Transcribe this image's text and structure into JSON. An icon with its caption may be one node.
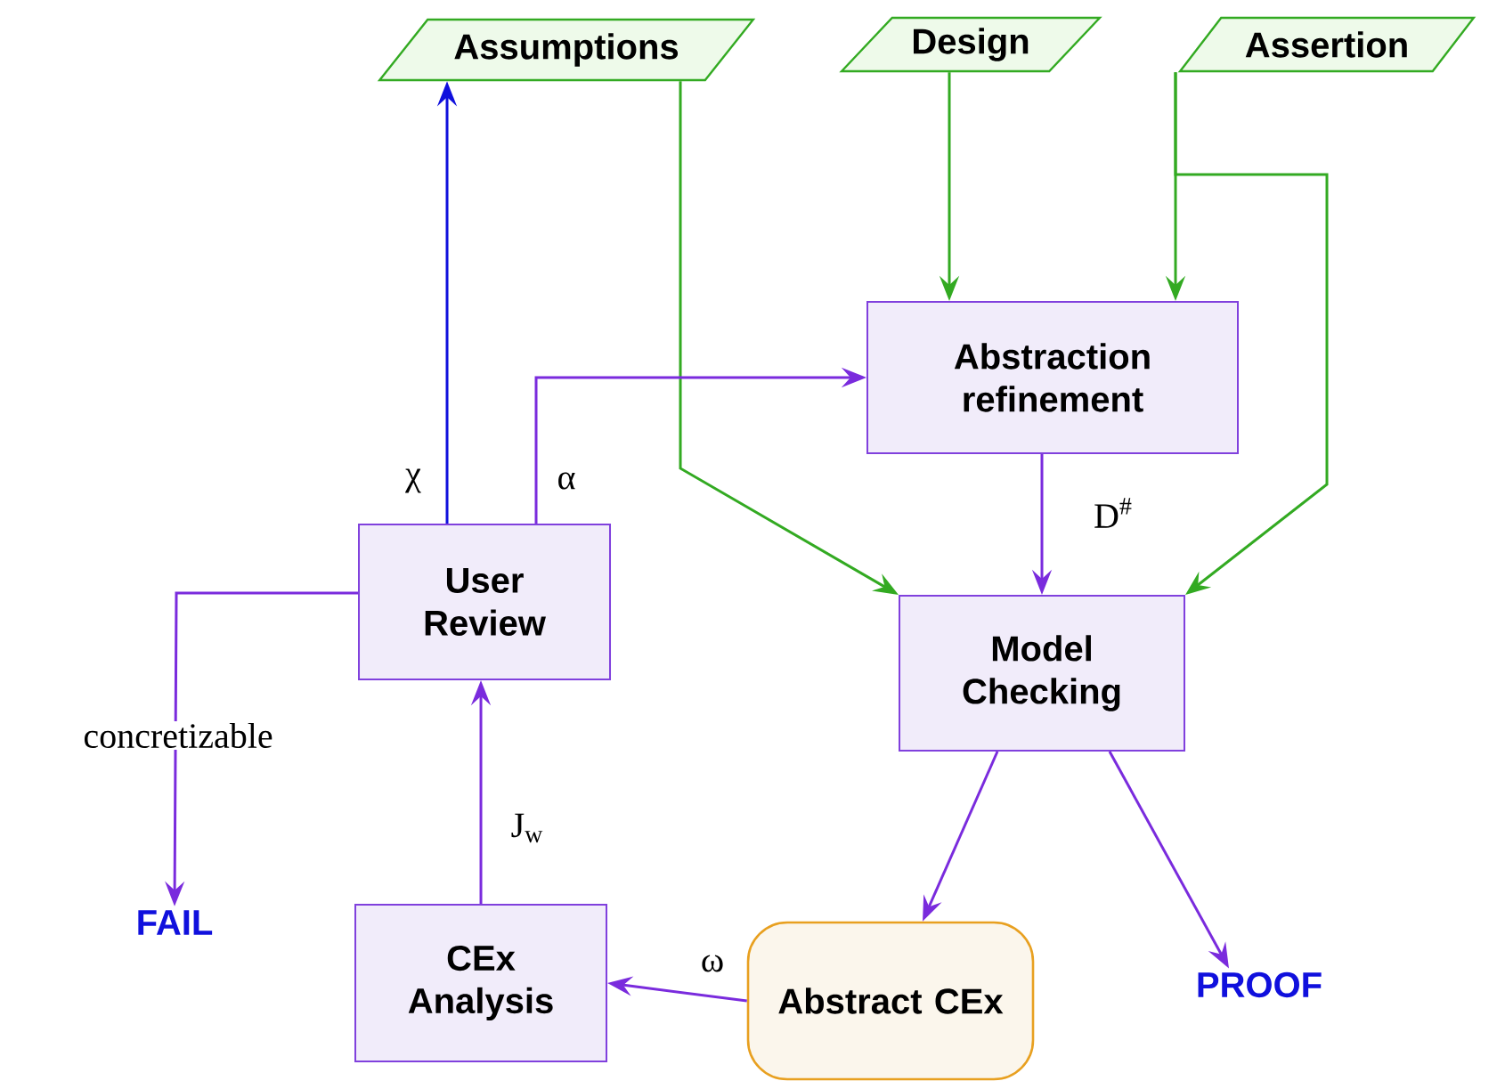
{
  "diagram": {
    "nodes": [
      {
        "text": [
          "Assumptions"
        ]
      },
      {
        "text": [
          "Design"
        ]
      },
      {
        "text": [
          "Assertion"
        ]
      },
      {
        "text": [
          "Abstraction refinement"
        ]
      },
      {
        "text": [
          "Model Checking"
        ]
      },
      {
        "text": [
          "User Review"
        ]
      },
      {
        "text": [
          "FAIL"
        ]
      },
      {
        "text": [
          "CEx Analysis"
        ]
      },
      {
        "text": [
          "Abstract CEx"
        ]
      },
      {
        "text": [
          "PROOF"
        ]
      }
    ],
    "edges": [
      {
        "from": 0,
        "to": 4,
        "arrow": "to",
        "color": "#33aa22"
      },
      {
        "from": 1,
        "to": 3,
        "arrow": "to",
        "color": "#33aa22"
      },
      {
        "from": 2,
        "to": 3,
        "arrow": "to",
        "color": "#33aa22"
      },
      {
        "from": 2,
        "to": 4,
        "arrow": "to",
        "color": "#33aa22"
      },
      {
        "from": 3,
        "to": 4,
        "arrow": "to",
        "label": "D$^{#}$"
      },
      {
        "from": 5,
        "to": 0,
        "arrow": "to",
        "label": "χ",
        "color": "#1010dd"
      },
      {
        "from": 5,
        "to": 3,
        "arrow": "to",
        "label": "α"
      },
      {
        "from": 5,
        "to": 6,
        "arrow": "to",
        "label": "concretizable"
      },
      {
        "from": 7,
        "to": 5,
        "arrow": "to",
        "label": "J$_{w}$"
      },
      {
        "from": 4,
        "to": 8,
        "arrow": "to"
      },
      {
        "from": 4,
        "to": 9,
        "arrow": "to"
      },
      {
        "from": 8,
        "to": 7,
        "arrow": "to",
        "label": "ω"
      }
    ]
  }
}
